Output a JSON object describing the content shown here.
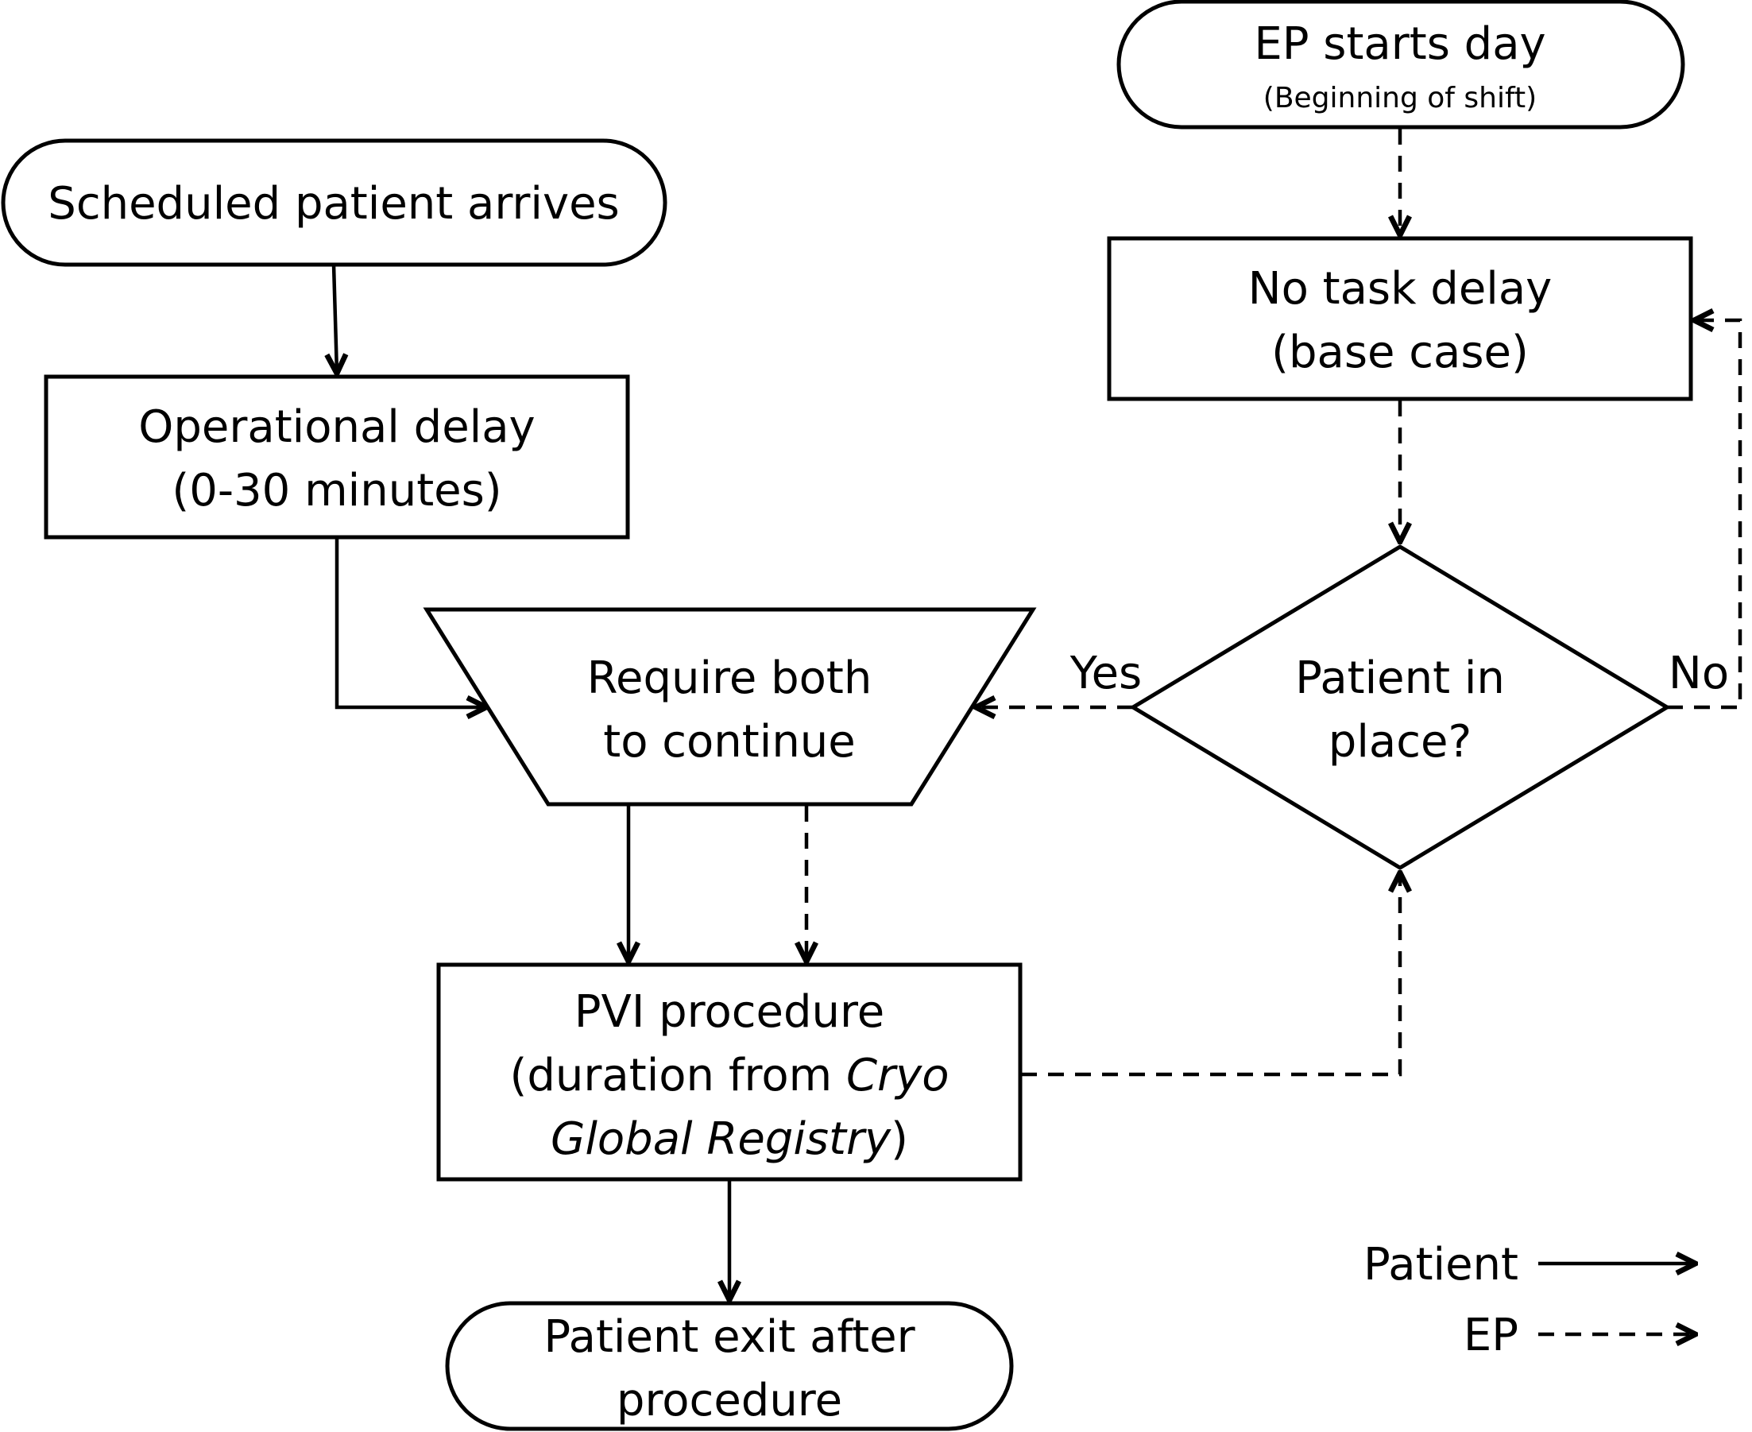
{
  "nodes": {
    "ep_start": {
      "line1": "EP starts day",
      "line2": "(Beginning of shift)"
    },
    "scheduled_patient": {
      "label": "Scheduled patient arrives"
    },
    "no_task_delay": {
      "line1": "No task delay",
      "line2": "(base case)"
    },
    "operational_delay": {
      "line1": "Operational delay",
      "line2": "(0-30 minutes)"
    },
    "require_both": {
      "line1": "Require both",
      "line2": "to continue"
    },
    "decision": {
      "line1": "Patient in",
      "line2": "place?"
    },
    "pvi_procedure": {
      "line1": "PVI procedure",
      "line2_prefix": "(duration from ",
      "line2_italic": "Cryo",
      "line3_italic": "Global Registry",
      "line3_suffix": ")"
    },
    "patient_exit": {
      "line1": "Patient exit after",
      "line2": "procedure"
    }
  },
  "edge_labels": {
    "yes": "Yes",
    "no": "No"
  },
  "legend": {
    "patient": {
      "label": "Patient",
      "style": "solid"
    },
    "ep": {
      "label": "EP",
      "style": "dashed"
    }
  },
  "colors": {
    "stroke": "#000000",
    "background": "#ffffff"
  }
}
